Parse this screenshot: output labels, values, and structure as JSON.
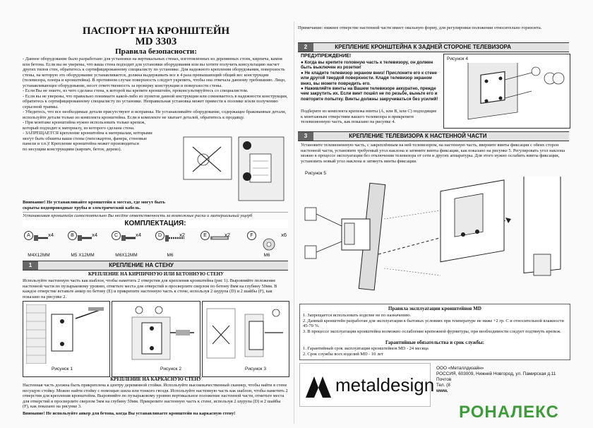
{
  "left": {
    "title": "ПАСПОРТ НА КРОНШТЕЙН",
    "model": "MD 3303",
    "safety_heading": "Правила безопасности:",
    "safety_text": "- Данное оборудование было разработано для установки на вертикальных стенах, изготовленных из деревянных стоек, кирпича, камня или бетона. Если вы не уверены, что ваша стена подходит для установки оборудования или вы хотите получить консультацию насчет других типов стен, обратитесь к сертифицированному специалисту по установке. Для надежного крепления оборудования, поверхность стены, на которую это оборудование устанавливается, должна выдерживать все в 4 раза превышающий общий вес конструкции (телевизора, плеера и кронштейна). В противном случае поверхность следует укрепить, чтобы она отвечала данному требованию. Лицо, устанавливающее оборудование, несет ответственность за проверку конструкции и поверхности стены.\n- Если Вы не знаете, из чего сделана стена, к которой вы крепите кронштейн, проконсультируйтесь со специалистом.\n- Если вы не уверены, что правильно понимаете какой-либо из пунктов данной инструкции или сомневаетесь в надежности конструкции, обратитесь к сертифицированному специалисту по установке. Неправильная установка может привести к поломке и/или получению серьезной травмы.\n- Убедитесь, что все необходимые детали присутствуют и исправны. Не устанавливайте оборудование, содержащее бракованные детали, используйте детали только из комплекта кронштейна. Если в комплекте не хватает деталей, обратитесь к продавцу.\n- При монтаже кронштейна нужно использовать только крепеж,\nкоторый подходит к материалу, из которого сделана стена.\n- ЗАПРЕЩАЕТСЯ крепление кронштейна к материалам, которыми\nмогут быть обшиты ваши стены (гипсокартон, фанера, стеновые\nпанели и т.п.)! Крепление кронштейна может производиться\nпо несущим конструкциям (кирпич, бетон, дерево).",
    "attention_text": "Внимание! Не устанавливайте кронштейн в местах, где могут быть скрыты водопроводные трубы и электрический кабель.",
    "disclaimer": "Устанавливая кронштейн самостоятельно Вы несёте ответственность за возможные риски и материальный ущерб",
    "kit_heading": "КОМПЛЕКТАЦИЯ:",
    "kit": [
      {
        "letter": "A",
        "qty": "x4",
        "name": "M4X12MM"
      },
      {
        "letter": "B",
        "qty": "x4",
        "name": "M5 X12MM"
      },
      {
        "letter": "C",
        "qty": "x4",
        "name": "M6X12MM"
      },
      {
        "letter": "D",
        "qty": "x2",
        "name": "M6"
      },
      {
        "letter": "E",
        "qty": "x2",
        "name": ""
      },
      {
        "letter": "F",
        "qty": "x6",
        "name": "M6"
      }
    ],
    "step1_num": "1",
    "step1_title": "КРЕПЛЕНИЕ НА СТЕНУ",
    "step1_sub": "КРЕПЛЕНИЕ НА КИРПИЧНУЮ ИЛИ БЕТОННУЮ СТЕНУ",
    "step1_text": "Используйте настенную часть как шаблон, чтобы наметить 2 отверстия для крепления кронштейна (рис 1). Выровняйте положение настенной части по пузырьковому уровню, отметьте места для отверстий и просверлите сверлом по бетону 8мм на глубину 50мм. В каждое отверстие вставьте анкер по бетону (E) и прикрепите настенную часть к стене, используя 2 шурупа (D) и 2 шайбы (F), как показано на рисунке 2.",
    "fig1": "Рисунок 1",
    "fig2": "Рисунок 2",
    "fig3": "Рисунок 3",
    "frame_sub": "КРЕПЛЕНИЕ НА КАРКАСНУЮ СТЕНУ",
    "frame_text": "Настенная часть должна быть прикреплена к центру деревянной стойки. Используйте высококачественный сканнер, чтобы найти в стене несущую стойку. Можно найти стойку с помощью шила или тонкого гвоздя. Используйте настенную часть как шаблон, чтобы наметить 2 отверстия для крепления кронштейна. Выровняйте по пузырьковому уровню вертикальное положение настенной части, отметьте места для отверстий и просверлите сверлом 5мм на глубину 50мм. Прикрепите настенную часть к стене, используя 2 шурупа (D) и 2 шайбы (F), как показано на рисунке 3.",
    "frame_warn": "Внимание! Не используйте анкер для бетона, когда Вы устанавливаете кронштейн на каркасную стену!"
  },
  "right": {
    "note": "Примечание: нижнее отверстие настенной части имеет овальную форму, для регулировки положения относительно горизонта.",
    "step2_num": "2",
    "step2_title": "КРЕПЛЕНИЕ КРОНШТЕЙНА К ЗАДНЕЙ СТОРОНЕ ТЕЛЕВИЗОРА",
    "warning_title": "ПРЕДУПРЕЖДЕНИЕ!",
    "warnings": "● Когда вы крепите головную часть к телевизору, он должен быть выключен из розетки!\n● Не кладите телевизор экраном вниз! Прислоните его к стене или другой твердой поверхности. Кладя телевизор экраном вниз, вы можете повредить его.\n● Наживляйте винты на Вашем телевизоре аккуратно, прежде чем закрутить их. Если винт пошёл не по резьбе, выньте его и повторите попытку. Винты должны закручиваться без усилий!",
    "step2_text": "Подберите из комплекта крепежа винты (A, или B, или C) подходящие к монтажным отверстиям вашего телевизора и прикрепите телевизионную часть, как показано на рисунке 4.",
    "fig4": "Рисунок 4",
    "step3_num": "3",
    "step3_title": "КРЕПЛЕНИЕ ТЕЛЕВИЗОРА К НАСТЕННОЙ ЧАСТИ",
    "step3_text": "Установите телевизионную часть, с закреплённым на ней телевизором, на настенную часть, вверните винты фиксации с обеих сторон настенной части, установите требуемый угол наклона и затяните винты фиксации, как показано на рисунке 5. Регулировать угол наклона можно в процессе эксплуатации без отключения телевизора от сети и других аппаратуры. Для этого нужно ослабить винты фиксации, установить новый угол наклона и затянуть винты фиксации.",
    "fig5": "Рисунок 5",
    "rules_title": "Правила эксплуатации кронштейнов MD",
    "rules_text": "1. Запрещается использовать изделие не по назначению.\n2. Данный кронштейн разработан для эксплуатации в бытовых условиях при температуре не ниже +2 гр. С и относительной влажности 45-70 %.\n3. В процессе эксплуатации кронштейна возможно ослабление крепежной фурнитуры, при необходимости следует подтянуть крепеж.",
    "guarantee_title": "Гарантийные обязательства и срок службы:",
    "guarantee_text": "1. Гарантийный срок эксплуатации кронштейнов MD - 24 месяца\n2. Срок службы всех изделий MD - 10 лет",
    "brand": "metaldesign",
    "company": "ООО «Металлдизайн»",
    "address": "РОССИЯ, 603009, Нижний Новгород, ул. Памирская д.11",
    "post": "Почтов",
    "phone": "Тел. (8",
    "web": "www.",
    "watermark": "РОНАЛЕКС"
  },
  "colors": {
    "header_bar": "#e2e2e2",
    "number_box": "#666666",
    "watermark": "#3f9a3b"
  }
}
